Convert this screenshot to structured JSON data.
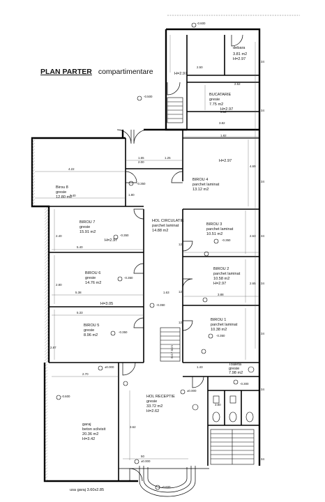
{
  "title": {
    "main": "PLAN PARTER",
    "sub": "compartimentare"
  },
  "rooms": [
    {
      "id": "birou-8",
      "lines": [
        "Birou 8",
        "gresie",
        "12.80 m2"
      ]
    },
    {
      "id": "birou-7",
      "lines": [
        "BIROU 7",
        "gresie",
        "15.91 m2"
      ]
    },
    {
      "id": "birou-6",
      "lines": [
        "BIROU 6",
        "gresie",
        "14.76 m2"
      ]
    },
    {
      "id": "birou-5",
      "lines": [
        "BIROU 5",
        "gresie",
        "8.96 m2"
      ]
    },
    {
      "id": "garaj",
      "lines": [
        "garaj",
        "beton sclivisit",
        "20.36 m2",
        "H=3.42"
      ]
    },
    {
      "id": "hol-receptie",
      "lines": [
        "HOL RECEPTIE",
        "gresie",
        "33.72 m2",
        "H=2.62"
      ]
    },
    {
      "id": "hol-circulatie",
      "lines": [
        "HOL CIRCULATIE",
        "parchet laminat",
        "14.88 m2"
      ]
    },
    {
      "id": "birou-4",
      "lines": [
        "BIROU 4",
        "parchet laminat",
        "13.12 m2"
      ]
    },
    {
      "id": "birou-3",
      "lines": [
        "BIROU 3",
        "parchet laminat",
        "10.51 m2"
      ]
    },
    {
      "id": "birou-2",
      "lines": [
        "BIROU 2",
        "parchet laminat",
        "10.58 m2",
        "H=2.97"
      ]
    },
    {
      "id": "birou-1",
      "lines": [
        "BIROU 1",
        "parchet laminat",
        "10.38 m2"
      ]
    },
    {
      "id": "toaleta",
      "lines": [
        "Toaleta",
        "gresie",
        "7.98 m2"
      ]
    },
    {
      "id": "bucatarie",
      "lines": [
        "BUCATARIE",
        "gresie",
        "7.75 m2",
        "H=2.97"
      ]
    },
    {
      "id": "debara",
      "lines": [
        "debara",
        "3.81 m2",
        "H=2.97"
      ]
    }
  ],
  "heights": {
    "birou7": "H=2.97",
    "birou6": "H=3.05",
    "birou4": "H=2.97",
    "hol": "H=2.97"
  },
  "levels": {
    "neg600": "-0.600",
    "neg350": "-0.350",
    "zero": "±0.000",
    "neg500": "-0.500",
    "neg300": "-0.300"
  },
  "labels": {
    "garage_door": "usa garaj 3.60x2.85",
    "stair_note": "8x17.5cm"
  },
  "dims": {
    "d1": "4.22",
    "d2": "2.40",
    "d3": "5.40",
    "d4": "5.38",
    "d5": "5.33",
    "d6": "2.70",
    "d7": "1.63",
    "d8": "2.87",
    "d9": "1.65",
    "d10": "1.80",
    "d11": "2.00",
    "d12": "1.25",
    "d13": "3.82",
    "d14": "3.88",
    "d15": "2.63",
    "d16": "2.65",
    "d17": "4.69",
    "d18": "2.40",
    "d19": "3.62",
    "d20": "1.43",
    "d21": "1.82",
    "d22": "2.52",
    "d23": "2.50",
    "d24": "3.80",
    "d25": "3.40",
    "d26": "2.80",
    "d27": "1.60",
    "d28": "3.82",
    "d29": "3.60",
    "d30": "50",
    "d31": "34",
    "d32": "12"
  }
}
